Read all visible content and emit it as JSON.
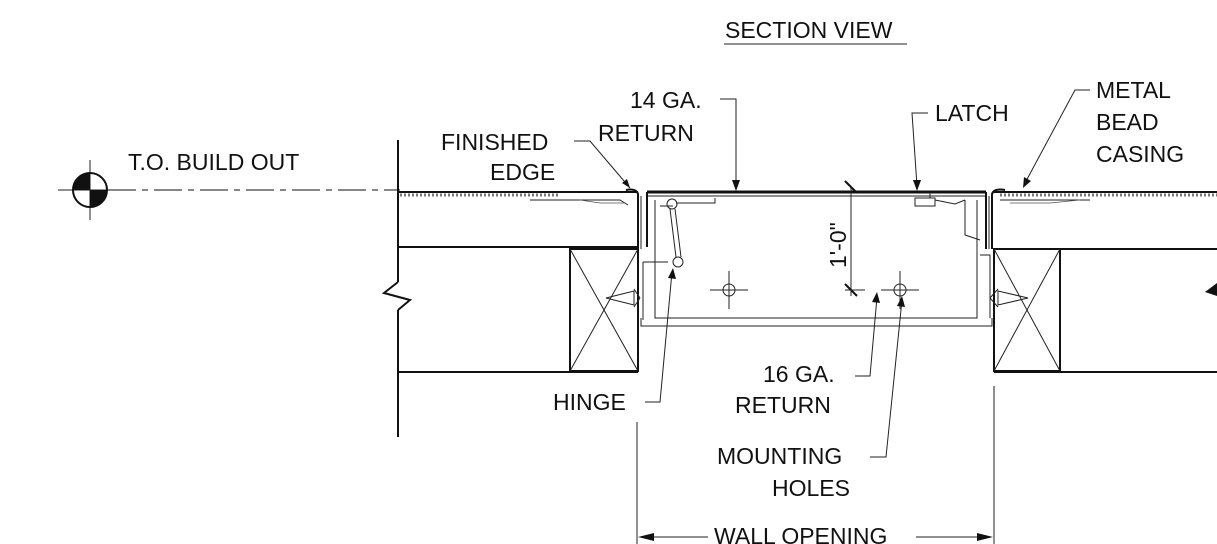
{
  "labels": {
    "title": "SECTION VIEW",
    "datum": "T.O. BUILD OUT",
    "finished_edge_1": "FINISHED",
    "finished_edge_2": "EDGE",
    "return14_1": "14 GA.",
    "return14_2": "RETURN",
    "latch": "LATCH",
    "bead_1": "METAL",
    "bead_2": "BEAD",
    "bead_3": "CASING",
    "dim_depth": "1'-0\"",
    "hinge": "HINGE",
    "return16_1": "16 GA.",
    "return16_2": "RETURN",
    "mounting_1": "MOUNTING",
    "mounting_2": "HOLES",
    "wall_opening": "WALL OPENING"
  },
  "icons": {
    "datum": "datum-target-icon",
    "break": "break-line-icon"
  }
}
